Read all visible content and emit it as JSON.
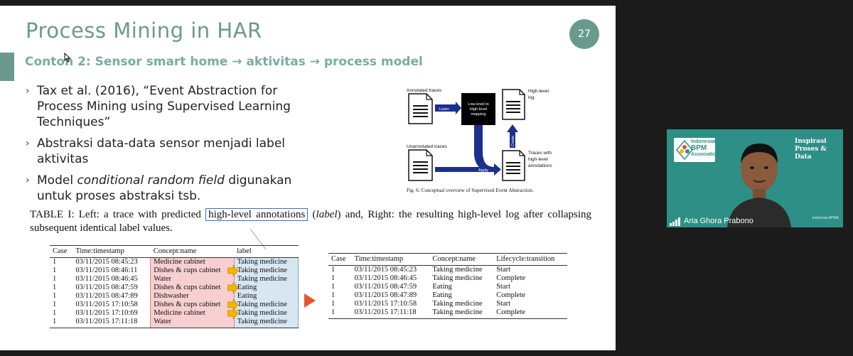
{
  "slide": {
    "title": "Process Mining in HAR",
    "page_number": "27",
    "subtitle": "Contoh 2: Sensor smart home → aktivitas → process model",
    "bullets": [
      {
        "marker": "›",
        "text": "Tax et al. (2016), “Event Abstraction for Process Mining using Supervised Learning Techniques”"
      },
      {
        "marker": "›",
        "text": "Abstraksi data-data sensor menjadi label aktivitas"
      },
      {
        "marker": "›",
        "pre": "Model ",
        "em": "conditional random field",
        "post": " digunakan untuk proses abstraksi tsb."
      }
    ]
  },
  "figure": {
    "annotated_traces": "Annotated traces",
    "learn": "Learn",
    "mapping_line1": "Low-level to",
    "mapping_line2": "High-level",
    "mapping_line3": "mapping",
    "high_level_log_1": "High-level",
    "high_level_log_2": "log",
    "unannotated_traces": "Unannotated traces",
    "create": "Create",
    "apply": "Apply",
    "traces_with_1": "Traces with",
    "traces_with_2": "high-level",
    "traces_with_3": "annotations",
    "caption": "Fig. 6: Conceptual overview of Supervised Event Abstraction."
  },
  "table_caption": {
    "part1": "TABLE I: Left: a trace with predicted ",
    "highlight": "high-level annotations",
    "part2": " (",
    "label_em": "label",
    "part3": ") and, Right: the resulting high-level log after collapsing subsequent identical label values."
  },
  "left_table": {
    "headers": [
      "Case",
      "Time:timestamp",
      "Concept:name",
      "label"
    ],
    "rows": [
      [
        "1",
        "03/11/2015 08:45:23",
        "Medicine cabinet",
        "Taking medicine"
      ],
      [
        "1",
        "03/11/2015 08:46:11",
        "Dishes & cups cabinet",
        "Taking medicine"
      ],
      [
        "1",
        "03/11/2015 08:46:45",
        "Water",
        "Taking medicine"
      ],
      [
        "1",
        "03/11/2015 08:47:59",
        "Dishes & cups cabinet",
        "Eating"
      ],
      [
        "1",
        "03/11/2015 08:47:89",
        "Dishwasher",
        "Eating"
      ],
      [
        "1",
        "03/11/2015 17:10:58",
        "Dishes & cups cabinet",
        "Taking medicine"
      ],
      [
        "1",
        "03/11/2015 17:10:69",
        "Medicine cabinet",
        "Taking medicine"
      ],
      [
        "1",
        "03/11/2015 17:11:18",
        "Water",
        "Taking medicine"
      ]
    ]
  },
  "right_table": {
    "headers": [
      "Case",
      "Time:timestamp",
      "Concept:name",
      "Lifecycle:transition"
    ],
    "rows": [
      [
        "1",
        "03/11/2015 08:45:23",
        "Taking medicine",
        "Start"
      ],
      [
        "1",
        "03/11/2015 08:46:45",
        "Taking medicine",
        "Complete"
      ],
      [
        "1",
        "03/11/2015 08:47:59",
        "Eating",
        "Start"
      ],
      [
        "1",
        "03/11/2015 08:47:89",
        "Eating",
        "Complete"
      ],
      [
        "1",
        "03/11/2015 17:10:58",
        "Taking medicine",
        "Start"
      ],
      [
        "1",
        "03/11/2015 17:11:18",
        "Taking medicine",
        "Complete"
      ]
    ]
  },
  "video": {
    "participant_name": "Aria Ghora Prabono",
    "logo_line1": "Indonesian",
    "logo_line2": "BPM",
    "logo_line3": "Association",
    "banner_line1": "Inspirasi",
    "banner_line2": "Proses & Data",
    "watermark": "Indonesia BPMA"
  },
  "colors": {
    "accent": "#6a9a8e",
    "subtitle": "#7aaca1",
    "highlight_box": "#3d6fb6",
    "arrow": "#e4572e",
    "video_bg": "#2e8f86"
  }
}
